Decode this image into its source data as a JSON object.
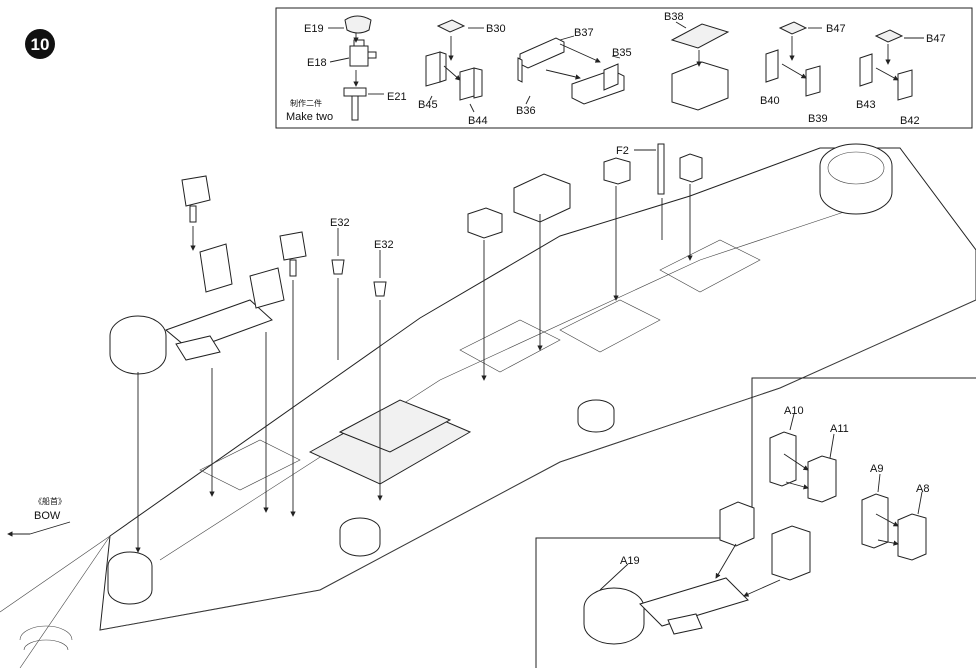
{
  "step": {
    "number": "10"
  },
  "labels": {
    "E19": "E19",
    "E18": "E18",
    "E21": "E21",
    "make_two_cn": "制作二件",
    "make_two": "Make two",
    "B30": "B30",
    "B37": "B37",
    "B35": "B35",
    "B36": "B36",
    "B45": "B45",
    "B44": "B44",
    "B38": "B38",
    "B47a": "B47",
    "B47b": "B47",
    "B40": "B40",
    "B39": "B39",
    "B43": "B43",
    "B42": "B42",
    "F2": "F2",
    "E32a": "E32",
    "E32b": "E32",
    "bow_cn": "《船首》",
    "bow": "BOW",
    "A10": "A10",
    "A11": "A11",
    "A9": "A9",
    "A8": "A8",
    "A19": "A19"
  }
}
